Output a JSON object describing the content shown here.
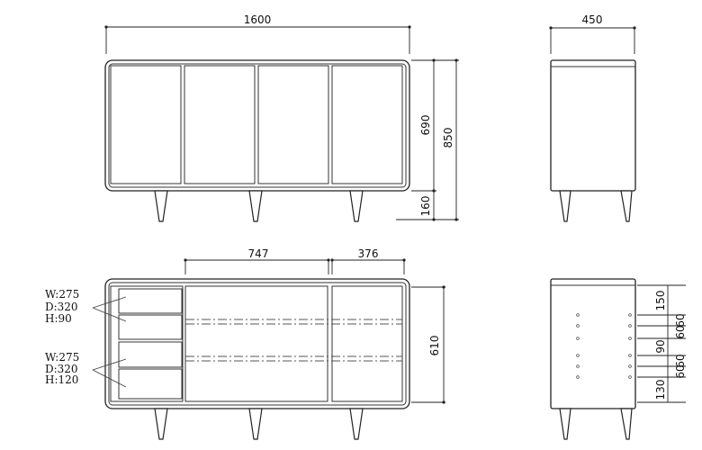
{
  "front_view": {
    "width": "1600",
    "body_height": "690",
    "total_height": "850",
    "leg_height": "160"
  },
  "side_view": {
    "depth": "450"
  },
  "interior_view": {
    "left_section_width": "747",
    "right_section_width": "376",
    "interior_height": "610",
    "drawer_spec_upper": {
      "w": "W:275",
      "d": "D:320",
      "h": "H:90"
    },
    "drawer_spec_lower": {
      "w": "W:275",
      "d": "D:320",
      "h": "H:120"
    }
  },
  "side_section_view": {
    "top_offset": "150",
    "shelf_pitch_a": "60",
    "shelf_pitch_b": "60",
    "middle_gap": "90",
    "shelf_pitch_c": "60",
    "shelf_pitch_d": "60",
    "bottom_offset": "130"
  }
}
